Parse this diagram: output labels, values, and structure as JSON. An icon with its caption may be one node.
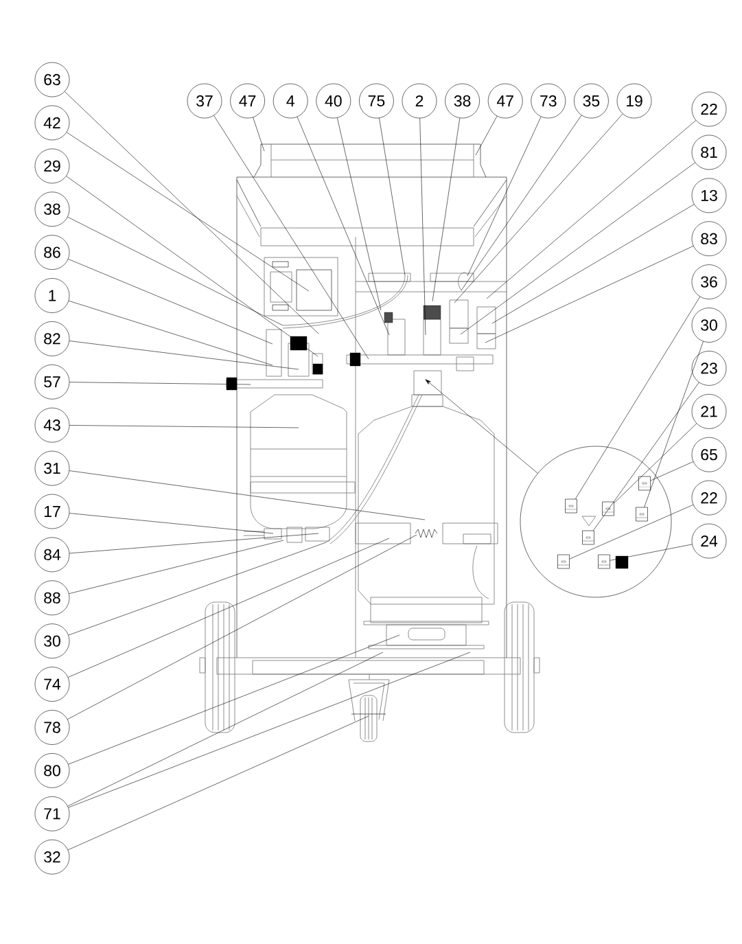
{
  "diagram": {
    "nodes": [
      {
        "text": [
          "63"
        ]
      },
      {
        "text": [
          "42"
        ]
      },
      {
        "text": [
          "29"
        ]
      },
      {
        "text": [
          "38"
        ]
      },
      {
        "text": [
          "86"
        ]
      },
      {
        "text": [
          "1"
        ]
      },
      {
        "text": [
          "82"
        ]
      },
      {
        "text": [
          "57"
        ]
      },
      {
        "text": [
          "43"
        ]
      },
      {
        "text": [
          "31"
        ]
      },
      {
        "text": [
          "17"
        ]
      },
      {
        "text": [
          "84"
        ]
      },
      {
        "text": [
          "88"
        ]
      },
      {
        "text": [
          "30"
        ]
      },
      {
        "text": [
          "74"
        ]
      },
      {
        "text": [
          "78"
        ]
      },
      {
        "text": [
          "80"
        ]
      },
      {
        "text": [
          "71"
        ]
      },
      {
        "text": [
          "32"
        ]
      },
      {
        "text": [
          "37"
        ]
      },
      {
        "text": [
          "47"
        ]
      },
      {
        "text": [
          "4"
        ]
      },
      {
        "text": [
          "40"
        ]
      },
      {
        "text": [
          "75"
        ]
      },
      {
        "text": [
          "2"
        ]
      },
      {
        "text": [
          "38"
        ]
      },
      {
        "text": [
          "47"
        ]
      },
      {
        "text": [
          "73"
        ]
      },
      {
        "text": [
          "35"
        ]
      },
      {
        "text": [
          "19"
        ]
      },
      {
        "text": [
          "22"
        ]
      },
      {
        "text": [
          "81"
        ]
      },
      {
        "text": [
          "13"
        ]
      },
      {
        "text": [
          "83"
        ]
      },
      {
        "text": [
          "36"
        ]
      },
      {
        "text": [
          "30"
        ]
      },
      {
        "text": [
          "23"
        ]
      },
      {
        "text": [
          "21"
        ]
      },
      {
        "text": [
          "65"
        ]
      },
      {
        "text": [
          "22"
        ]
      },
      {
        "text": [
          "24"
        ]
      },
      {
        "text": [],
        "shape": "circle"
      },
      {
        "text": [],
        "shape": "picture",
        "in": 41
      },
      {
        "text": [],
        "shape": "picture",
        "in": 41
      },
      {
        "text": [],
        "shape": "picture",
        "in": 41
      },
      {
        "text": [],
        "shape": "picture",
        "in": 41
      },
      {
        "text": [],
        "shape": "picture",
        "in": 41
      },
      {
        "text": [],
        "shape": "picture",
        "in": 41
      },
      {
        "text": [],
        "shape": "picture",
        "in": 41
      }
    ],
    "edges": [
      {
        "from": 0,
        "to": null,
        "arrow": "none"
      },
      {
        "from": 1,
        "to": null,
        "arrow": "none"
      },
      {
        "from": 2,
        "to": null,
        "arrow": "none"
      },
      {
        "from": 3,
        "to": null,
        "arrow": "none"
      },
      {
        "from": 4,
        "to": null,
        "arrow": "none"
      },
      {
        "from": 5,
        "to": null,
        "arrow": "none"
      },
      {
        "from": 6,
        "to": null,
        "arrow": "none"
      },
      {
        "from": 7,
        "to": null,
        "arrow": "none"
      },
      {
        "from": 8,
        "to": null,
        "arrow": "none"
      },
      {
        "from": 9,
        "to": null,
        "arrow": "none"
      },
      {
        "from": 10,
        "to": null,
        "arrow": "none"
      },
      {
        "from": 11,
        "to": null,
        "arrow": "none"
      },
      {
        "from": 12,
        "to": null,
        "arrow": "none"
      },
      {
        "from": 13,
        "to": null,
        "arrow": "none"
      },
      {
        "from": 14,
        "to": null,
        "arrow": "none"
      },
      {
        "from": 15,
        "to": null,
        "arrow": "none"
      },
      {
        "from": 16,
        "to": null,
        "arrow": "none"
      },
      {
        "from": 17,
        "to": null,
        "arrow": "none"
      },
      {
        "from": 17,
        "to": null,
        "arrow": "none"
      },
      {
        "from": 18,
        "to": null,
        "arrow": "none"
      },
      {
        "from": 19,
        "to": null,
        "arrow": "none"
      },
      {
        "from": 20,
        "to": null,
        "arrow": "none"
      },
      {
        "from": 21,
        "to": null,
        "arrow": "none"
      },
      {
        "from": 22,
        "to": null,
        "arrow": "none"
      },
      {
        "from": 23,
        "to": null,
        "arrow": "none"
      },
      {
        "from": 24,
        "to": null,
        "arrow": "none"
      },
      {
        "from": 25,
        "to": null,
        "arrow": "none"
      },
      {
        "from": 26,
        "to": null,
        "arrow": "none"
      },
      {
        "from": 27,
        "to": null,
        "arrow": "none"
      },
      {
        "from": 28,
        "to": null,
        "arrow": "none"
      },
      {
        "from": 29,
        "to": null,
        "arrow": "none"
      },
      {
        "from": 30,
        "to": null,
        "arrow": "none"
      },
      {
        "from": 31,
        "to": null,
        "arrow": "none"
      },
      {
        "from": 32,
        "to": null,
        "arrow": "none"
      },
      {
        "from": 33,
        "to": null,
        "arrow": "none"
      },
      {
        "from": 34,
        "to": 42,
        "arrow": "none"
      },
      {
        "from": 35,
        "to": 46,
        "arrow": "none"
      },
      {
        "from": 36,
        "to": 44,
        "arrow": "none"
      },
      {
        "from": 37,
        "to": 43,
        "arrow": "none"
      },
      {
        "from": 38,
        "to": 45,
        "arrow": "none"
      },
      {
        "from": 39,
        "to": 47,
        "arrow": "none"
      },
      {
        "from": 40,
        "to": 48,
        "arrow": "none"
      },
      {
        "from": 41,
        "to": null,
        "arrow": "to"
      }
    ]
  }
}
